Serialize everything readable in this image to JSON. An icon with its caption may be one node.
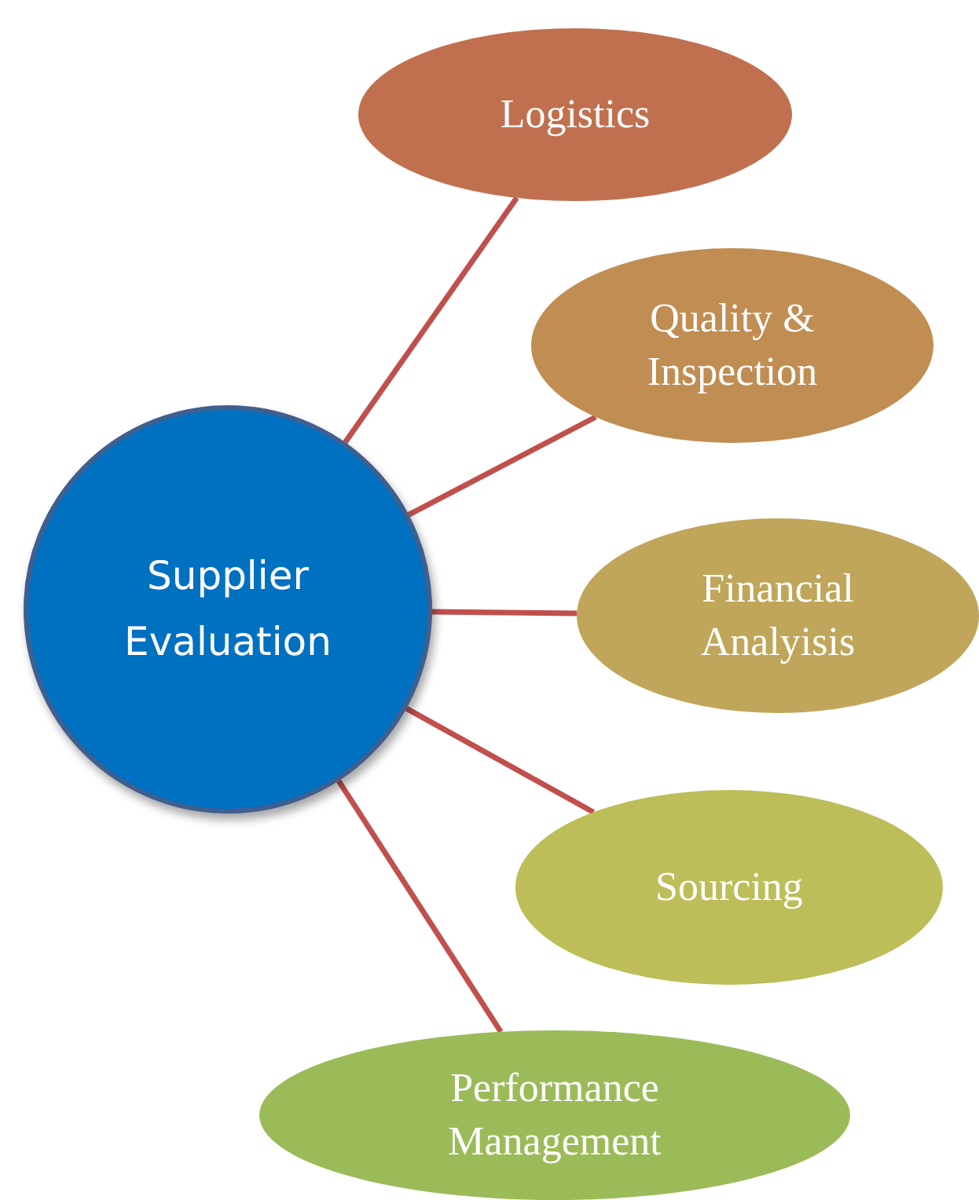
{
  "diagram": {
    "nodes": [
      {
        "text": [
          "Supplier Evaluation"
        ]
      },
      {
        "text": [
          "Logistics"
        ]
      },
      {
        "text": [
          "Quality & Inspection"
        ]
      },
      {
        "text": [
          "Financial Analyisis"
        ]
      },
      {
        "text": [
          "Sourcing"
        ]
      },
      {
        "text": [
          "Performance Management"
        ]
      }
    ],
    "edges": [
      {
        "from": 0,
        "to": 1,
        "arrow": "none"
      },
      {
        "from": 0,
        "to": 2,
        "arrow": "none"
      },
      {
        "from": 0,
        "to": 3,
        "arrow": "none"
      },
      {
        "from": 0,
        "to": 4,
        "arrow": "none"
      },
      {
        "from": 0,
        "to": 5,
        "arrow": "none"
      }
    ]
  }
}
